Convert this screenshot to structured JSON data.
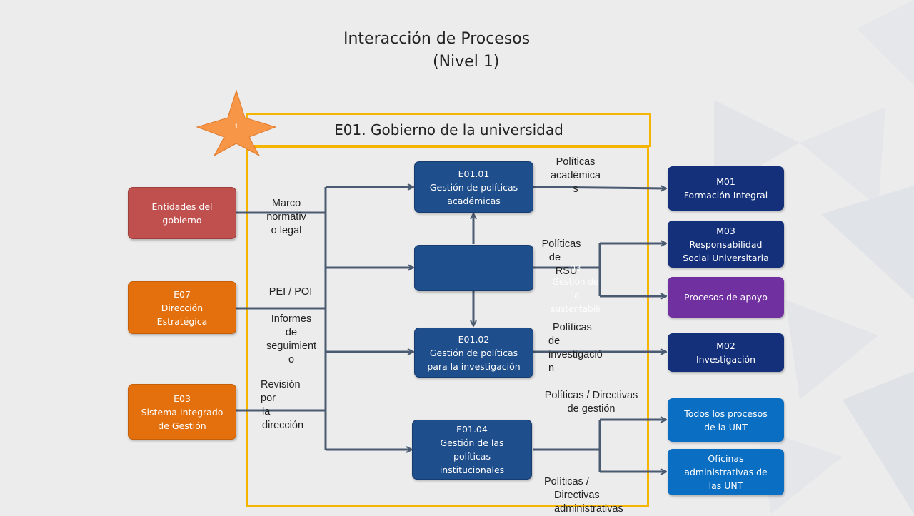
{
  "title": {
    "line1": "Interacción de Procesos",
    "line2": "(Nivel 1)"
  },
  "star": {
    "label": "1"
  },
  "frame": {
    "title": "E01. Gobierno de la universidad"
  },
  "inputs": [
    {
      "lines": [
        "Entidades del",
        "gobierno"
      ]
    },
    {
      "lines": [
        "E07",
        "Dirección",
        "Estratégica"
      ]
    },
    {
      "lines": [
        "E03",
        "Sistema Integrado",
        "de Gestión"
      ]
    }
  ],
  "subprocesses": [
    {
      "lines": [
        "E01.01",
        "Gestión de políticas",
        "académicas"
      ]
    },
    {
      "lines": []
    },
    {
      "lines": [
        "E01.02",
        "Gestión de políticas",
        "para la investigación"
      ]
    },
    {
      "lines": [
        "E01.04",
        "Gestión de las",
        "políticas",
        "institucionales"
      ]
    }
  ],
  "outputs": [
    {
      "lines": [
        "M01",
        "Formación Integral"
      ]
    },
    {
      "lines": [
        "M03",
        "Responsabilidad",
        "Social Universitaria"
      ]
    },
    {
      "lines": [
        "Procesos de apoyo"
      ]
    },
    {
      "lines": [
        "M02",
        "Investigación"
      ]
    },
    {
      "lines": [
        "Todos los procesos",
        "de la UNT"
      ]
    },
    {
      "lines": [
        "Oficinas",
        "administrativas de",
        "las UNT"
      ]
    }
  ],
  "flow_labels": {
    "marco": [
      "Marco",
      "normativ",
      "o  legal"
    ],
    "pei": [
      "PEI / POI"
    ],
    "informes": [
      "Informes",
      "de",
      "seguimient",
      "o"
    ],
    "revision": [
      "Revisión",
      "por",
      "la",
      "dirección"
    ],
    "pol_acad": [
      "Políticas",
      "académica",
      "s"
    ],
    "pol_rsu": [
      "Políticas",
      "de",
      "RSU"
    ],
    "pol_inv": [
      "Políticas",
      "de",
      "investigació",
      "n"
    ],
    "pol_gestion": [
      "Políticas / Directivas",
      "de  gestión"
    ],
    "pol_admin": [
      "Políticas /",
      "Directivas",
      "administrativas"
    ]
  },
  "hidden_text": [
    "03",
    "Gestión de",
    "la",
    "sustentabili"
  ]
}
